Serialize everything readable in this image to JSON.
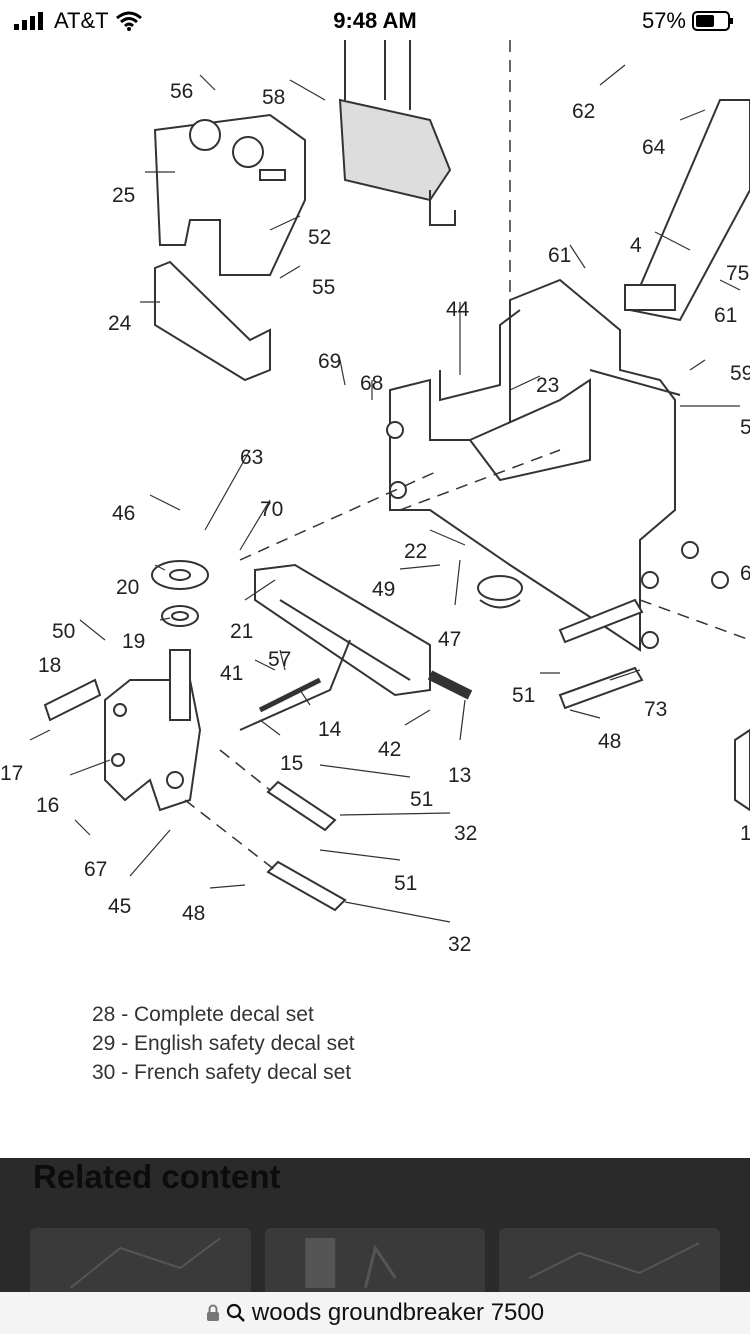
{
  "status_bar": {
    "carrier": "AT&T",
    "time": "9:48 AM",
    "battery": "57%"
  },
  "diagram": {
    "part_labels": [
      "56",
      "58",
      "62",
      "64",
      "25",
      "52",
      "55",
      "24",
      "4",
      "75",
      "61",
      "61",
      "44",
      "69",
      "68",
      "23",
      "59",
      "5",
      "63",
      "46",
      "70",
      "22",
      "49",
      "20",
      "21",
      "19",
      "47",
      "6",
      "50",
      "18",
      "57",
      "41",
      "14",
      "51",
      "73",
      "17",
      "16",
      "15",
      "42",
      "13",
      "48",
      "51",
      "32",
      "67",
      "45",
      "51",
      "48",
      "32",
      "1"
    ],
    "legend": [
      "28 - Complete decal set",
      "29 - English safety decal set",
      "30 - French safety decal set"
    ]
  },
  "related": {
    "title": "Related content"
  },
  "url_bar": {
    "query": "woods groundbreaker 7500"
  }
}
